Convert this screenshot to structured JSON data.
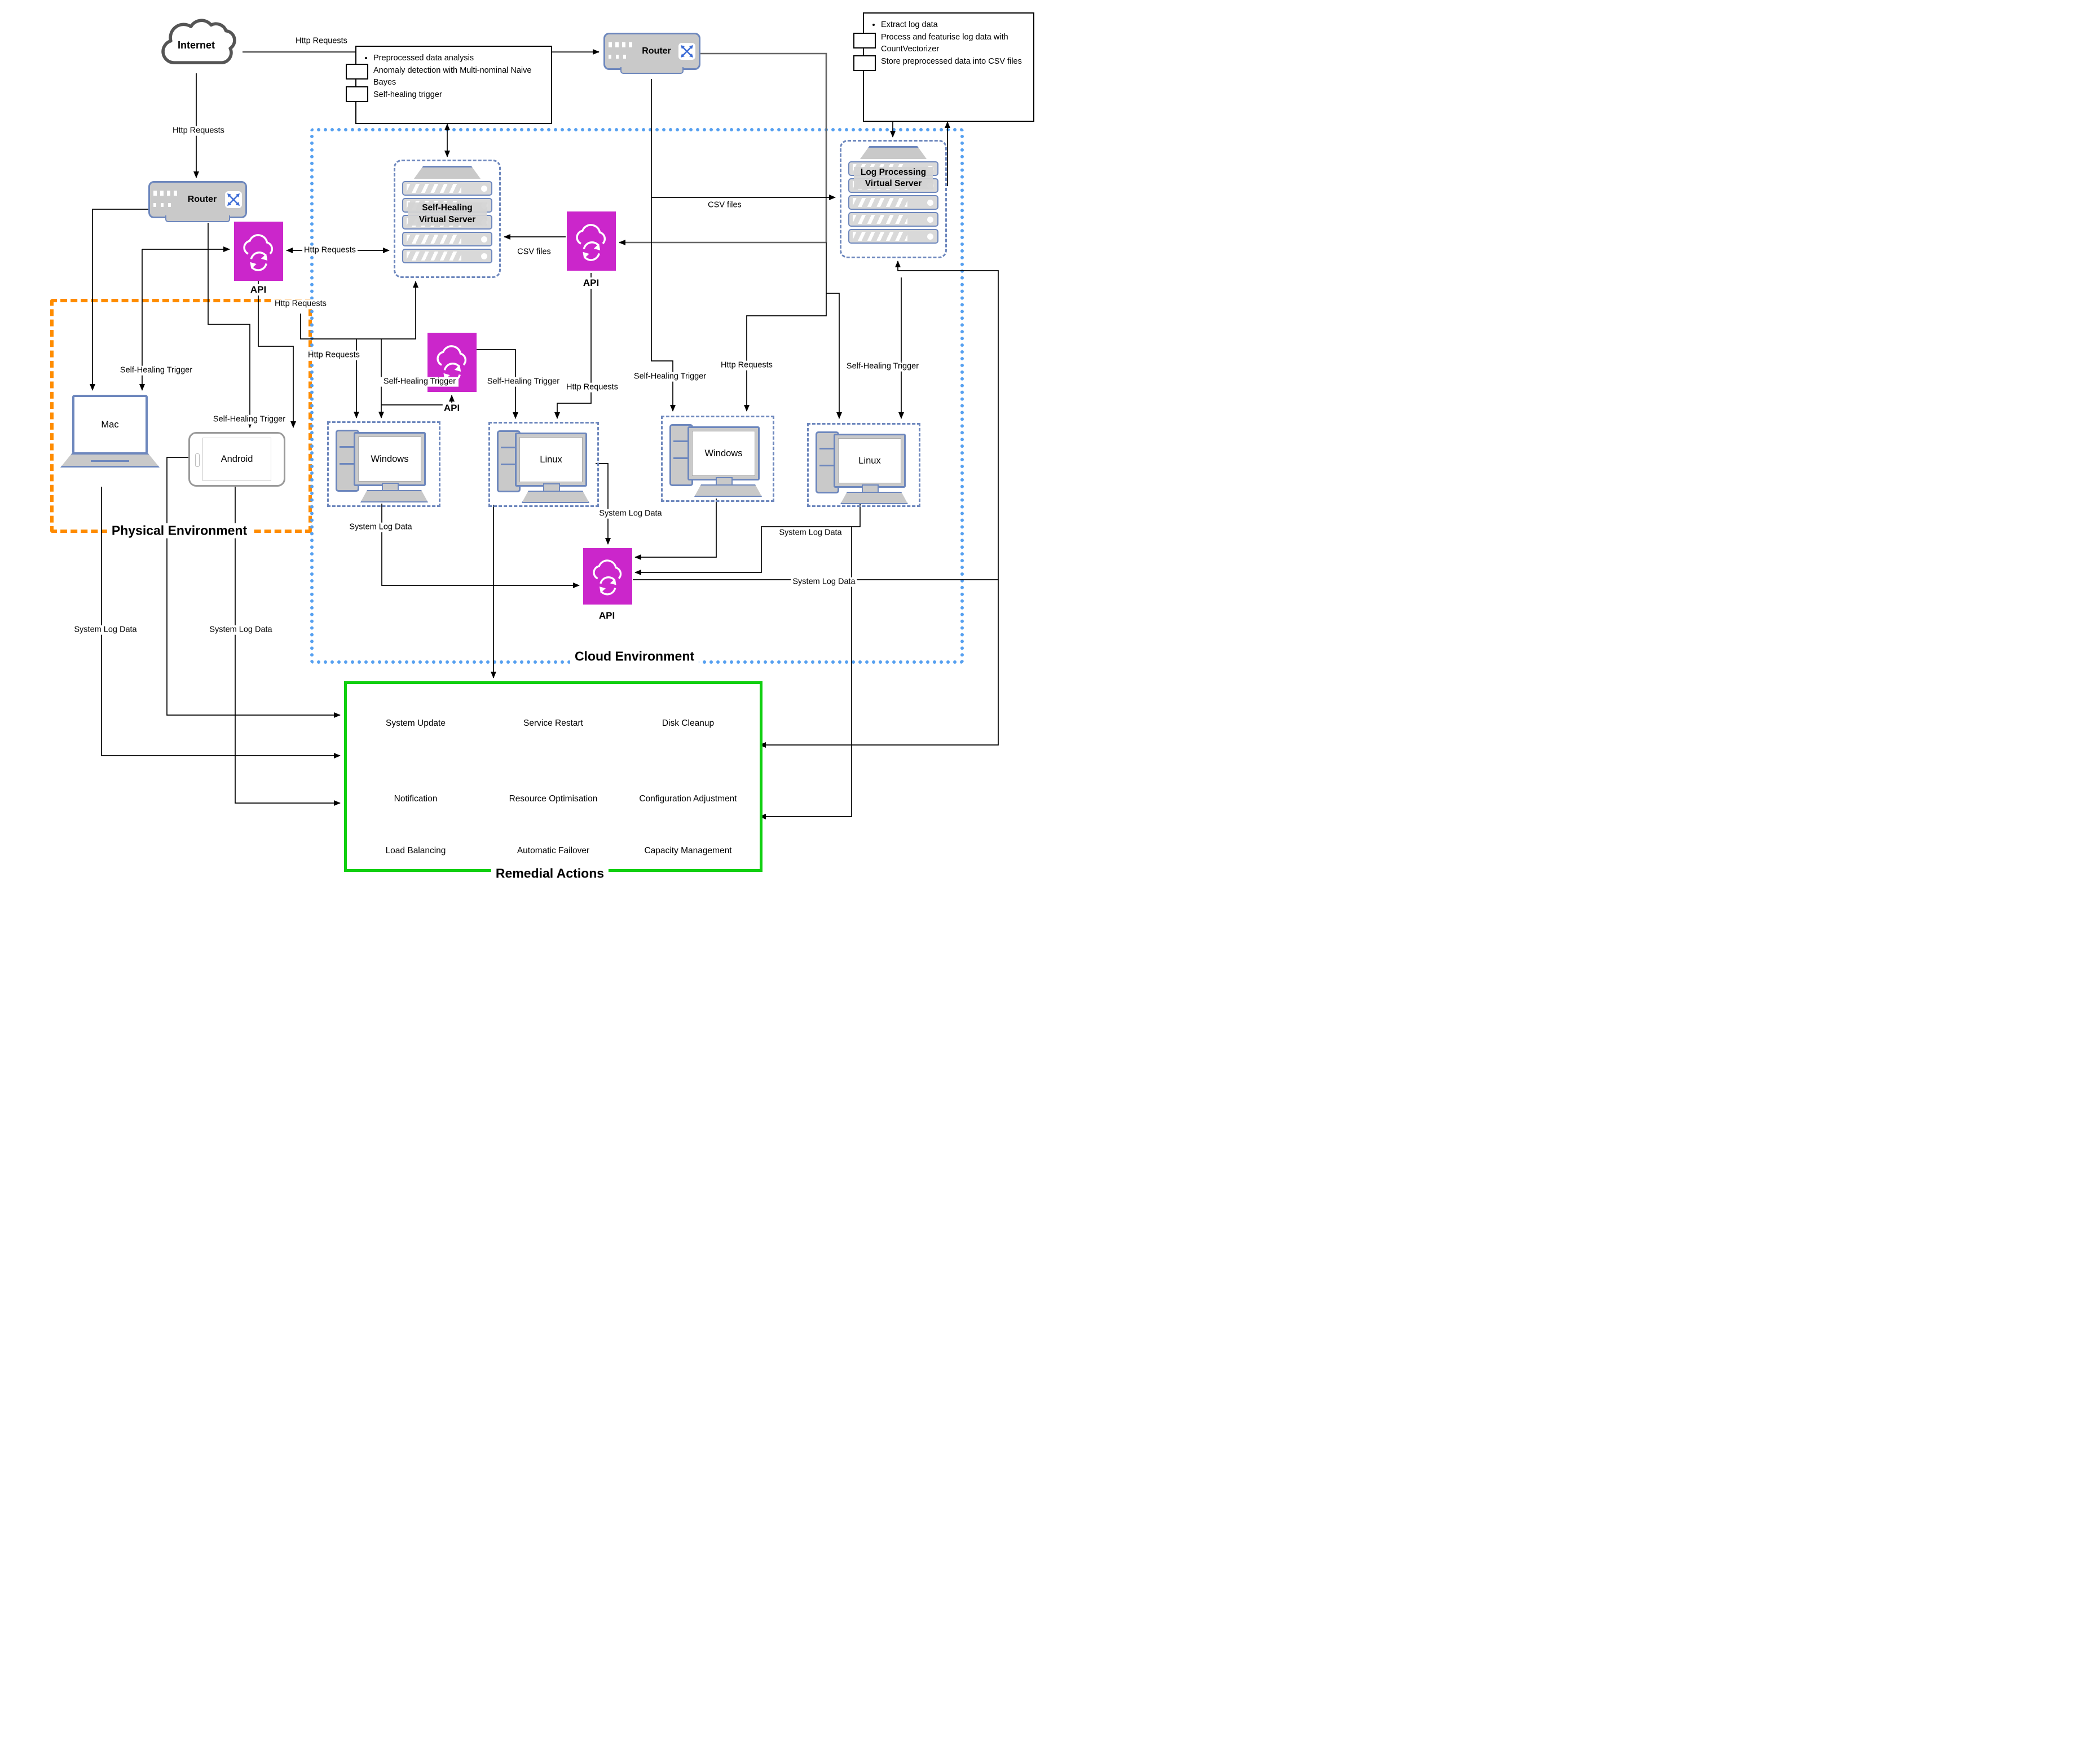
{
  "regions": {
    "physical": {
      "label": "Physical Environment",
      "color": "#ff8c00"
    },
    "cloud": {
      "label": "Cloud Environment",
      "color": "#56a0f0"
    },
    "remedial": {
      "label": "Remedial Actions",
      "color": "#10cf10",
      "items": [
        "System Update",
        "Service Restart",
        "Disk Cleanup",
        "Notification",
        "Resource Optimisation",
        "Configuration Adjustment",
        "Load Balancing",
        "Automatic Failover",
        "Capacity Management"
      ]
    }
  },
  "nodes": {
    "internet": {
      "label": "Internet"
    },
    "router": {
      "label": "Router"
    },
    "api": {
      "label": "API",
      "color": "#cb26cb"
    },
    "self_healing_server": {
      "label": "Self-Healing Virtual Server"
    },
    "log_processing_server": {
      "label": "Log Processing Virtual Server"
    },
    "windows": {
      "label": "Windows"
    },
    "linux": {
      "label": "Linux"
    },
    "mac": {
      "label": "Mac"
    },
    "android": {
      "label": "Android"
    }
  },
  "annotations": {
    "analysis": {
      "bullets": [
        "Preprocessed data analysis",
        "Anomaly detection with Multi-nominal Naive Bayes",
        "Self-healing trigger"
      ]
    },
    "log": {
      "bullets": [
        "Extract log data",
        "Process and featurise log data with CountVectorizer",
        "Store preprocessed data into CSV files"
      ]
    }
  },
  "edge_labels": {
    "http_requests": "Http Requests",
    "self_healing_trigger": "Self-Healing Trigger",
    "system_log_data": "System Log Data",
    "csv_files": "CSV files"
  }
}
